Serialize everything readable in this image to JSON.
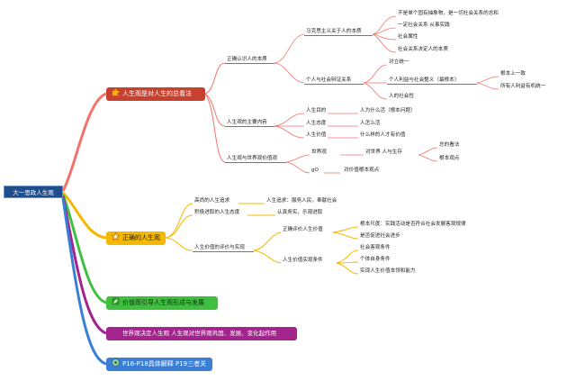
{
  "root": "大一思政人生观",
  "branch1": {
    "label": "人生观是对人生的总看法",
    "icon": "puzzle-icon",
    "color": "#f2736b",
    "sub1": {
      "label": "正确认识人的本质",
      "child1": {
        "label": "马克思主义关于人的本质",
        "items": [
          "不是单个固有抽象物，是一切社会关系的总和",
          "一定社会关系 从事实践",
          "社会属性",
          "社会关系决定人的本质"
        ]
      },
      "child2": {
        "label": "个人与社会辩证关系",
        "items": [
          "对立统一",
          "个人利益与社会整义（最根本）",
          "人的社会性"
        ],
        "grandchildren": [
          "根本上一致",
          "所有人利益有机统一"
        ]
      }
    },
    "sub2": {
      "label": "人生观的主要内容",
      "items": [
        {
          "label": "人生目的",
          "note": "人为什么活（根本问题）"
        },
        {
          "label": "人生态度",
          "note": "人怎么活"
        },
        {
          "label": "人生价值",
          "note": "什么样的人才有价值"
        }
      ]
    },
    "sub3": {
      "label": "人生观与世界观价值观",
      "items": [
        {
          "label": "世界观",
          "note": "对世界 人与生存",
          "sub": [
            "总的看法",
            "根本观点"
          ]
        },
        {
          "label": "gO",
          "note": "对价值根本观点"
        }
      ]
    }
  },
  "branch2": {
    "label": "正确的人生观",
    "icon": "star-icon",
    "color": "#f5b800",
    "sub1": {
      "label": "高尚的人生追求",
      "note": "人生追求：服务人民，奉献社会"
    },
    "sub2": {
      "label": "积极进取的人生态度",
      "note": "认真务实，乐观进取"
    },
    "sub3": {
      "label": "人生价值的评价与实现",
      "child1": {
        "label": "正确评价人生价值",
        "items": [
          "根本尺度：实践活动是否符合社会发展客观规律",
          "是否促进社会进步"
        ]
      },
      "child2": {
        "label": "人生价值实现条件",
        "items": [
          "社会客观条件",
          "个体自身条件",
          "实现人生价值本领和能力"
        ]
      }
    }
  },
  "branch3": {
    "label": "价值观引导人生观形成与发展",
    "icon": "leaf-icon",
    "color": "#3fbf3f"
  },
  "branch4": {
    "label": "世界观决定人生观 人生观对世界观巩固、发展、变化起作用",
    "color": "#a3248c"
  },
  "branch5": {
    "label": "P16-P18具体解释 P19三者关",
    "icon": "note-icon",
    "color": "#3a7fd5"
  }
}
